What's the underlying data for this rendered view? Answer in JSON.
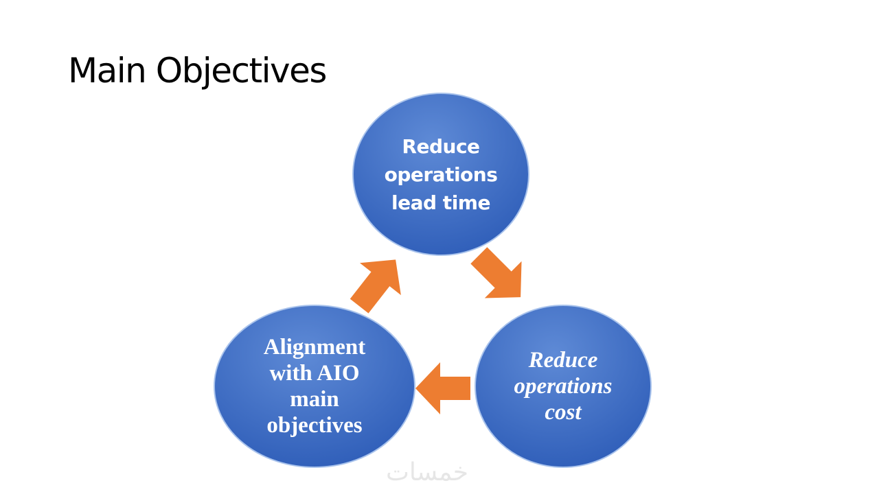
{
  "title": "Main Objectives",
  "nodes": [
    {
      "id": "top",
      "label": "Reduce\noperations\nlead time"
    },
    {
      "id": "right",
      "label": "Reduce\noperations\ncost"
    },
    {
      "id": "left",
      "label": "Alignment\nwith AIO\nmain\nobjectives"
    }
  ],
  "colors": {
    "circle_top": "#5b86d4",
    "circle_bottom": "#2f5fba",
    "arrow": "#ed7d31"
  },
  "watermark": "خمسات"
}
